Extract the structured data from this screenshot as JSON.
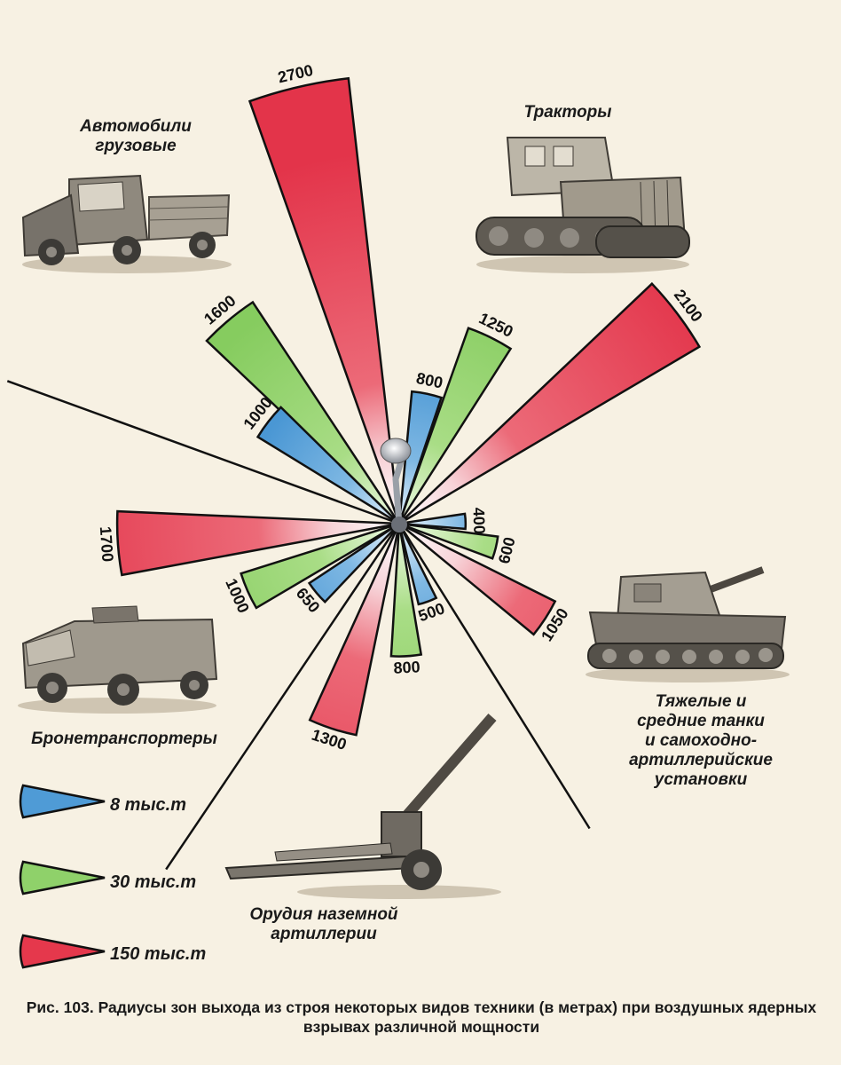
{
  "chart_data": {
    "type": "polar-sector",
    "caption_label": "Рис. 103.",
    "caption_text": "Радиусы зон выхода из строя некоторых видов техники (в метрах) при воздушных ядерных взрывах различной мощности",
    "series": [
      {
        "name": "8 тыс.т",
        "color": "#4f9bd6"
      },
      {
        "name": "30 тыс.т",
        "color": "#8fd16a"
      },
      {
        "name": "150 тыс.т",
        "color": "#e5384c"
      }
    ],
    "categories": [
      {
        "name": "Автомобили грузовые",
        "label_lines": [
          "Автомобили",
          "грузовые"
        ],
        "values": [
          1000,
          1600,
          2700
        ]
      },
      {
        "name": "Тракторы",
        "label_lines": [
          "Тракторы"
        ],
        "values": [
          800,
          1250,
          2100
        ]
      },
      {
        "name": "Тяжелые и средние танки и самоходно-артиллерийские установки",
        "label_lines": [
          "Тяжелые и",
          "средние танки",
          "и самоходно-",
          "артиллерийские",
          "установки"
        ],
        "values": [
          400,
          600,
          1050
        ]
      },
      {
        "name": "Орудия наземной артиллерии",
        "label_lines": [
          "Орудия наземной",
          "артиллерии"
        ],
        "values": [
          500,
          800,
          1300
        ]
      },
      {
        "name": "Бронетранспортеры",
        "label_lines": [
          "Бронетранспортеры"
        ],
        "values": [
          650,
          1000,
          1700
        ]
      }
    ]
  }
}
